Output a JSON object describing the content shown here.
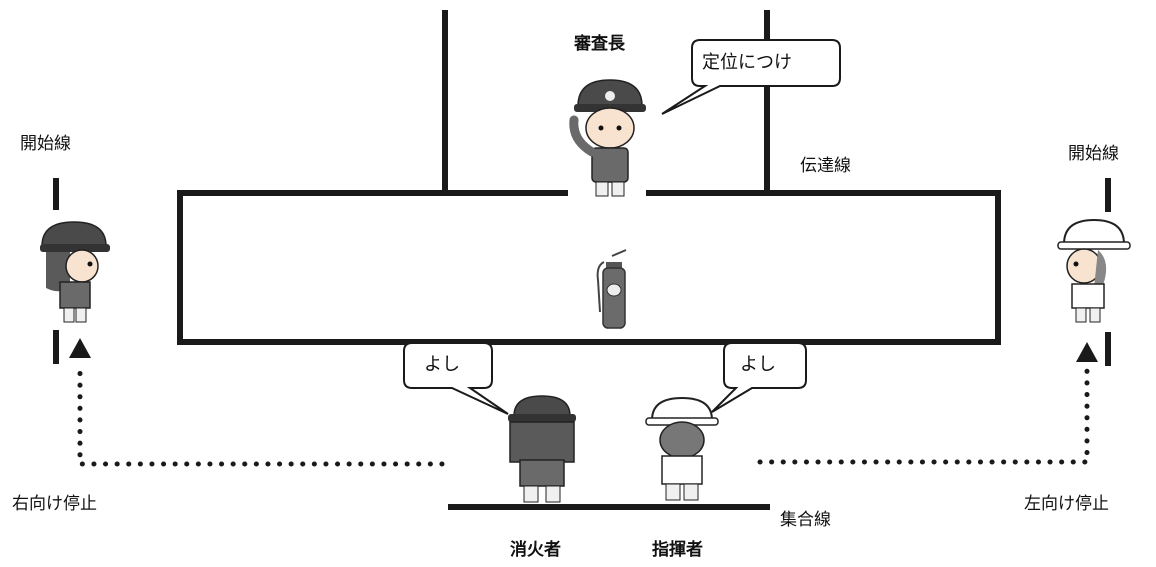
{
  "labels": {
    "shinsacho": "審査長",
    "start_left": "開始線",
    "start_right": "開始線",
    "dentatsu": "伝達線",
    "turn_right_stop": "右向け停止",
    "turn_left_stop": "左向け停止",
    "assembly_line": "集合線",
    "extinguisher_person": "消火者",
    "commander": "指揮者"
  },
  "speech": {
    "shinsacho": "定位につけ",
    "extinguisher_person": "よし",
    "commander": "よし"
  },
  "icons": {
    "examiner": "firefighter-saluting-icon",
    "firefighter": "firefighter-helmet-icon",
    "commander": "commander-white-helmet-icon",
    "extinguisher": "fire-extinguisher-icon",
    "arrow": "dotted-arrow-icon"
  },
  "colors": {
    "line": "#1a1a1a",
    "helmet_dark": "#4a4a4a",
    "helmet_white": "#ffffff",
    "skin": "#f7e3d0"
  }
}
